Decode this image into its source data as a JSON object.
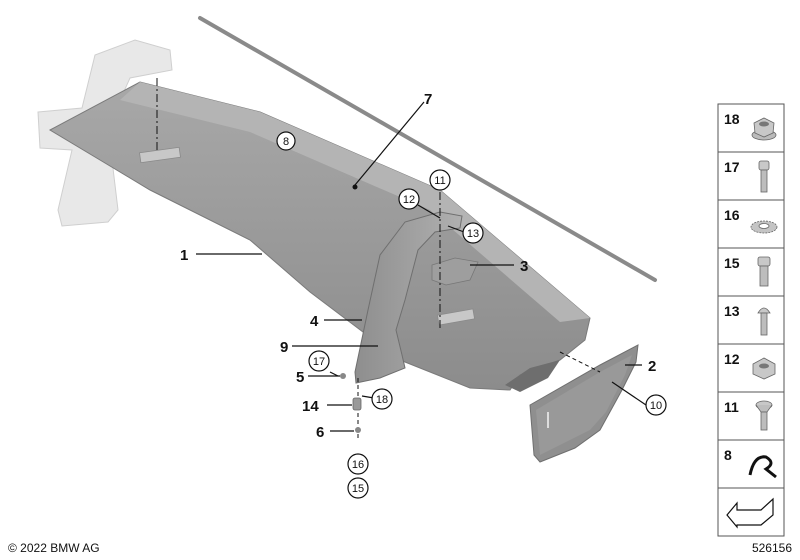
{
  "callouts": {
    "c1": "1",
    "c2": "2",
    "c3": "3",
    "c4": "4",
    "c5": "5",
    "c6": "6",
    "c7": "7",
    "c8": "8",
    "c9": "9",
    "c10": "10",
    "c11": "11",
    "c12": "12",
    "c13": "13",
    "c14": "14",
    "c15": "15",
    "c16": "16",
    "c17": "17",
    "c18": "18"
  },
  "parts_panel": [
    {
      "num": "18",
      "icon": "flange-nut-icon"
    },
    {
      "num": "17",
      "icon": "socket-head-screw-icon"
    },
    {
      "num": "16",
      "icon": "serrated-washer-icon"
    },
    {
      "num": "15",
      "icon": "hex-socket-bolt-icon"
    },
    {
      "num": "13",
      "icon": "button-head-bolt-icon"
    },
    {
      "num": "12",
      "icon": "hex-nut-icon"
    },
    {
      "num": "11",
      "icon": "countersunk-bolt-icon"
    },
    {
      "num": "8",
      "icon": "adhesive-tape-icon"
    },
    {
      "num": "",
      "icon": "direction-arrow-icon"
    }
  ],
  "footer": {
    "copyright": "© 2022 BMW AG",
    "doc_number": "526156"
  },
  "colors": {
    "spoiler_gray": "#a3a3a3",
    "light_gray": "#e6e6e6",
    "panel_border": "#555555"
  }
}
